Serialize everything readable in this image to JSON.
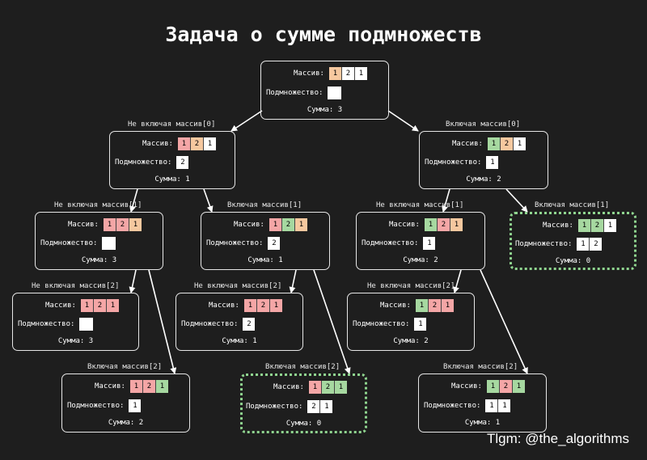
{
  "title": "Задача о сумме подмножеств",
  "brand": "Tlgm: @the_algorithms",
  "labels": {
    "array": "Массив:",
    "subset": "Подмножество:",
    "sum": "Сумма:"
  },
  "colors": {
    "background": "#1e1e1e",
    "excluded": "#f4a6a6",
    "current": "#f6c89f",
    "included": "#a6d8a0",
    "goal_border": "#8fd48f"
  },
  "nodes": [
    {
      "id": "root",
      "edge_label": "",
      "cells": [
        [
          "1",
          "orange"
        ],
        [
          "2",
          ""
        ],
        [
          "1",
          ""
        ]
      ],
      "subset": [],
      "sum": "3",
      "goal": false
    },
    {
      "id": "n0",
      "edge_label": "Не включая массив[0]",
      "cells": [
        [
          "1",
          "red"
        ],
        [
          "2",
          "orange"
        ],
        [
          "1",
          ""
        ]
      ],
      "subset": [
        "2"
      ],
      "sum": "1",
      "goal": false
    },
    {
      "id": "n1",
      "edge_label": "Включая массив[0]",
      "cells": [
        [
          "1",
          "green"
        ],
        [
          "2",
          "orange"
        ],
        [
          "1",
          ""
        ]
      ],
      "subset": [
        "1"
      ],
      "sum": "2",
      "goal": false
    },
    {
      "id": "n00",
      "edge_label": "Не включая массив[1]",
      "cells": [
        [
          "1",
          "red"
        ],
        [
          "2",
          "red"
        ],
        [
          "1",
          "orange"
        ]
      ],
      "subset": [],
      "sum": "3",
      "goal": false
    },
    {
      "id": "n01",
      "edge_label": "Включая массив[1]",
      "cells": [
        [
          "1",
          "red"
        ],
        [
          "2",
          "green"
        ],
        [
          "1",
          "orange"
        ]
      ],
      "subset": [
        "2"
      ],
      "sum": "1",
      "goal": false
    },
    {
      "id": "n10",
      "edge_label": "Не включая массив[1]",
      "cells": [
        [
          "1",
          "green"
        ],
        [
          "2",
          "red"
        ],
        [
          "1",
          "orange"
        ]
      ],
      "subset": [
        "1"
      ],
      "sum": "2",
      "goal": false
    },
    {
      "id": "n11",
      "edge_label": "Включая массив[1]",
      "cells": [
        [
          "1",
          "green"
        ],
        [
          "2",
          "green"
        ],
        [
          "1",
          ""
        ]
      ],
      "subset": [
        "1",
        "2"
      ],
      "sum": "0",
      "goal": true
    },
    {
      "id": "n000",
      "edge_label": "Не включая массив[2]",
      "cells": [
        [
          "1",
          "red"
        ],
        [
          "2",
          "red"
        ],
        [
          "1",
          "red"
        ]
      ],
      "subset": [],
      "sum": "3",
      "goal": false
    },
    {
      "id": "n010",
      "edge_label": "Не включая массив[2]",
      "cells": [
        [
          "1",
          "red"
        ],
        [
          "2",
          "red"
        ],
        [
          "1",
          "red"
        ]
      ],
      "subset": [
        "2"
      ],
      "sum": "1",
      "goal": false
    },
    {
      "id": "n100",
      "edge_label": "Не включая массив[2]",
      "cells": [
        [
          "1",
          "green"
        ],
        [
          "2",
          "red"
        ],
        [
          "1",
          "red"
        ]
      ],
      "subset": [
        "1"
      ],
      "sum": "2",
      "goal": false
    },
    {
      "id": "n001",
      "edge_label": "Включая массив[2]",
      "cells": [
        [
          "1",
          "red"
        ],
        [
          "2",
          "red"
        ],
        [
          "1",
          "green"
        ]
      ],
      "subset": [
        "1"
      ],
      "sum": "2",
      "goal": false
    },
    {
      "id": "n011",
      "edge_label": "Включая массив[2]",
      "cells": [
        [
          "1",
          "red"
        ],
        [
          "2",
          "green"
        ],
        [
          "1",
          "green"
        ]
      ],
      "subset": [
        "2",
        "1"
      ],
      "sum": "0",
      "goal": true
    },
    {
      "id": "n101",
      "edge_label": "Включая массив[2]",
      "cells": [
        [
          "1",
          "green"
        ],
        [
          "2",
          "red"
        ],
        [
          "1",
          "green"
        ]
      ],
      "subset": [
        "1",
        "1"
      ],
      "sum": "1",
      "goal": false
    }
  ]
}
